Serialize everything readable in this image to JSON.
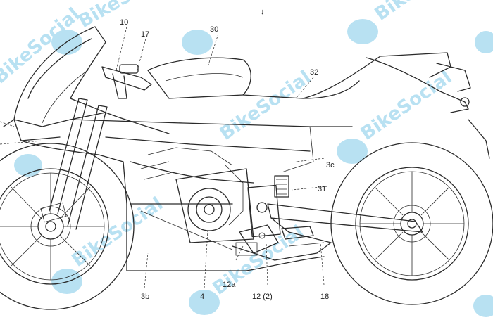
{
  "watermark": {
    "text": "BikeSocial",
    "color": "#7fc8e8"
  },
  "callouts": {
    "c10": "10",
    "c17": "17",
    "c30": "30",
    "c32": "32",
    "c3c": "3c",
    "c31": "31",
    "c3b": "3b",
    "c4": "4",
    "c12a": "12a",
    "c12": "12 (2)",
    "c18": "18"
  },
  "figure_marker": "↓"
}
